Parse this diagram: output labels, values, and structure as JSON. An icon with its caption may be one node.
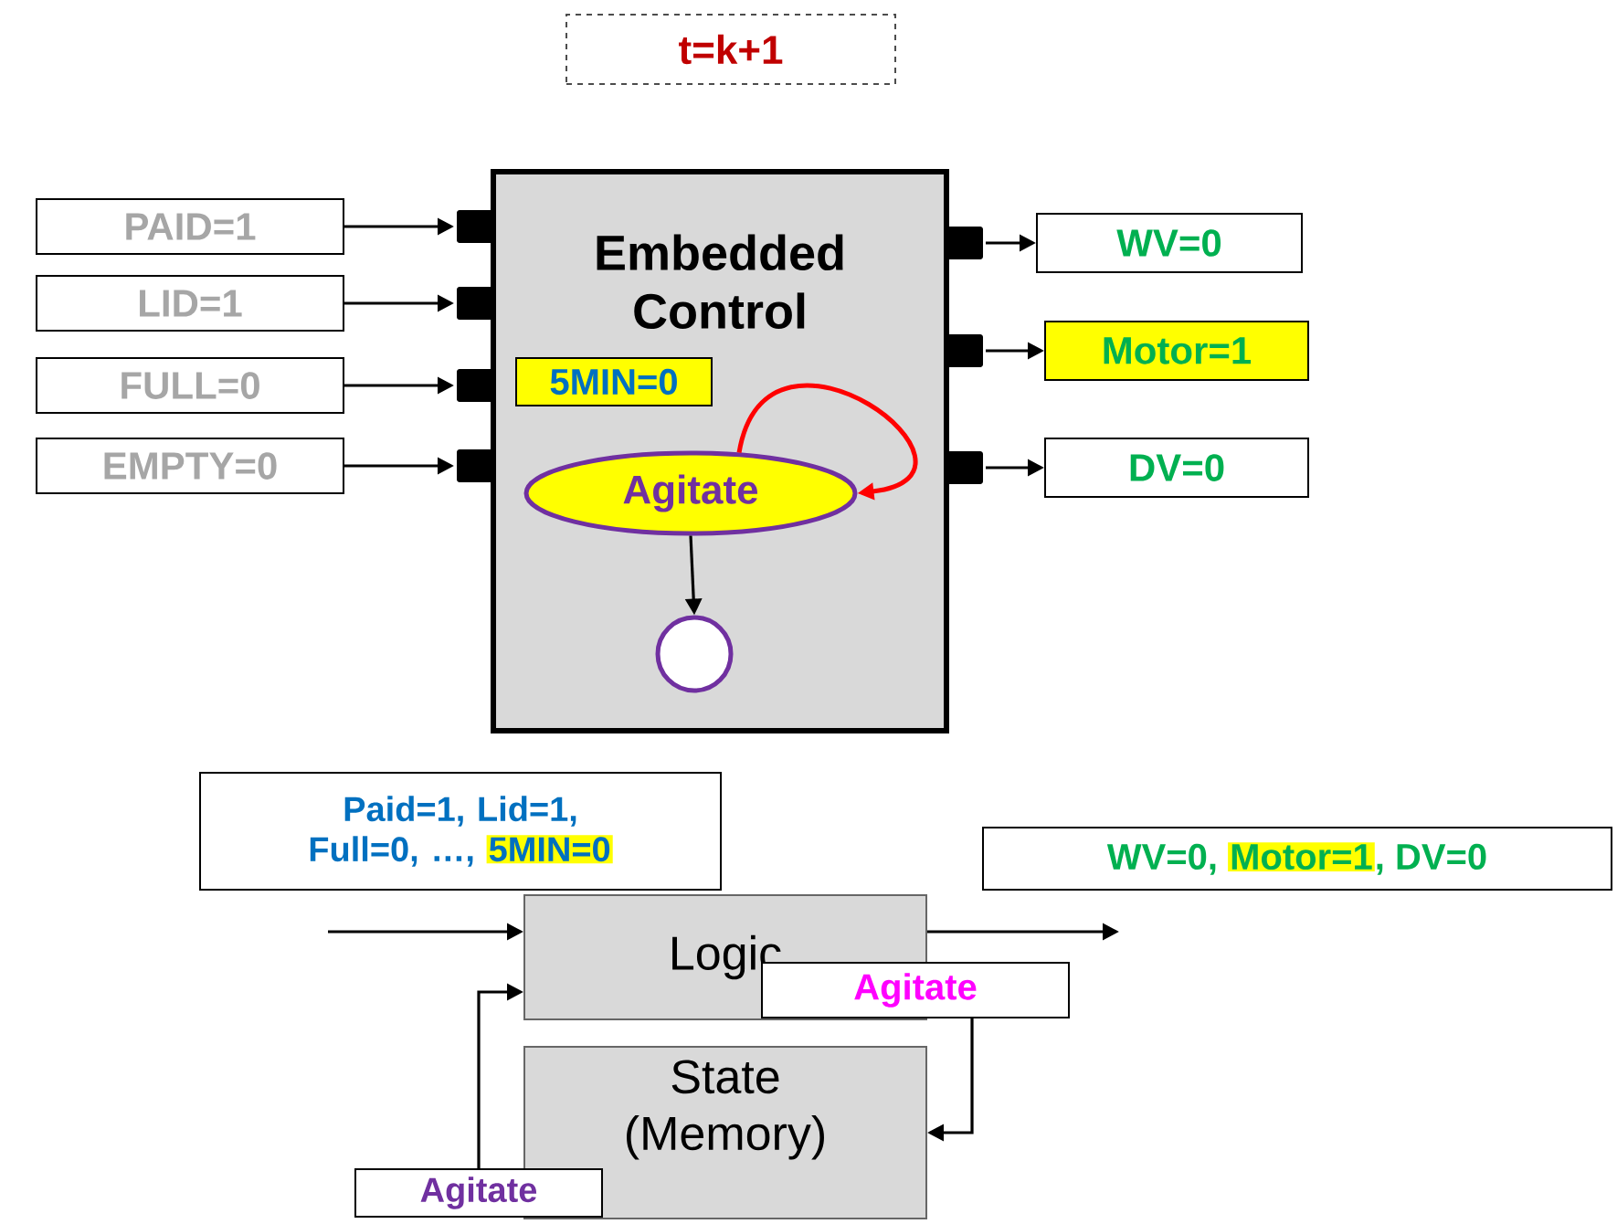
{
  "diagram": {
    "nodes": [
      {
        "text": [
          "t=k+1"
        ]
      },
      {
        "text": [
          "Embedded Control"
        ]
      },
      {
        "text": [
          "PAID=1"
        ]
      },
      {
        "text": [
          "LID=1"
        ]
      },
      {
        "text": [
          "FULL=0"
        ]
      },
      {
        "text": [
          "EMPTY=0"
        ]
      },
      {
        "text": [
          "WV=0"
        ]
      },
      {
        "text": [
          "Motor=1"
        ]
      },
      {
        "text": [
          "DV=0"
        ]
      },
      {
        "text": [
          "5MIN=0"
        ],
        "in": 1
      },
      {
        "text": [
          "Agitate"
        ],
        "in": 1
      },
      {
        "text": [],
        "shape": "circle",
        "in": 1
      },
      {
        "text": [
          "Paid=1, Lid=1, Full=0, …,",
          "5MIN=0"
        ]
      },
      {
        "text": [
          "WV=0,",
          "Motor=1",
          ", DV=0"
        ]
      },
      {
        "text": [
          "Logic"
        ]
      },
      {
        "text": [
          "Agitate"
        ]
      },
      {
        "text": [
          "State (Memory)"
        ]
      },
      {
        "text": [
          "Agitate"
        ]
      }
    ],
    "edges": [
      {
        "from": 2,
        "to": 1,
        "arrow": "to"
      },
      {
        "from": 3,
        "to": 1,
        "arrow": "to"
      },
      {
        "from": 4,
        "to": 1,
        "arrow": "to"
      },
      {
        "from": 5,
        "to": 1,
        "arrow": "to"
      },
      {
        "from": 1,
        "to": 6,
        "arrow": "to"
      },
      {
        "from": 1,
        "to": 7,
        "arrow": "to"
      },
      {
        "from": 1,
        "to": 8,
        "arrow": "to"
      },
      {
        "from": 10,
        "to": 10,
        "arrow": "to",
        "color": "#ff0000"
      },
      {
        "from": 10,
        "to": 11,
        "arrow": "to"
      },
      {
        "from": null,
        "to": 14,
        "arrow": "to"
      },
      {
        "from": 14,
        "to": null,
        "arrow": "to"
      },
      {
        "from": 15,
        "to": 16,
        "arrow": "to"
      },
      {
        "from": 17,
        "to": 14,
        "arrow": "to"
      }
    ]
  }
}
